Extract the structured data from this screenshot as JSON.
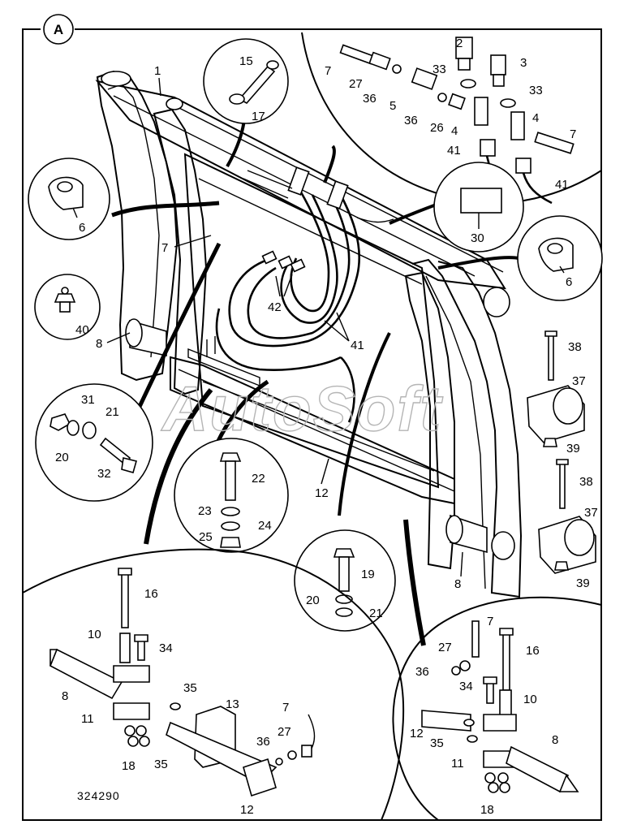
{
  "figure_tag": "A",
  "reference_number": "324290",
  "watermark": "AutoSoft",
  "labels": {
    "main": [
      "1",
      "7",
      "8",
      "8",
      "12",
      "41",
      "42"
    ],
    "detail_top_hoses": [
      "2",
      "3",
      "4",
      "4",
      "5",
      "7",
      "7",
      "26",
      "27",
      "33",
      "33",
      "36",
      "36",
      "41",
      "41"
    ],
    "detail_pin": [
      "15",
      "17"
    ],
    "detail_clamp_left": [
      "6"
    ],
    "detail_clamp_right": [
      "6"
    ],
    "detail_plate": [
      "30"
    ],
    "detail_fitting": [
      "40"
    ],
    "detail_bolt_left": [
      "20",
      "21",
      "31",
      "32"
    ],
    "detail_bolt_center": [
      "22",
      "23",
      "24",
      "25"
    ],
    "detail_bolt_small": [
      "19",
      "20",
      "21"
    ],
    "detail_pivot_right": [
      "37",
      "37",
      "38",
      "38",
      "39",
      "39"
    ],
    "detail_bottom_left": [
      "7",
      "8",
      "10",
      "11",
      "12",
      "13",
      "16",
      "18",
      "27",
      "34",
      "35",
      "35",
      "36"
    ],
    "detail_bottom_right": [
      "7",
      "8",
      "10",
      "11",
      "12",
      "16",
      "18",
      "27",
      "34",
      "35",
      "36"
    ]
  }
}
